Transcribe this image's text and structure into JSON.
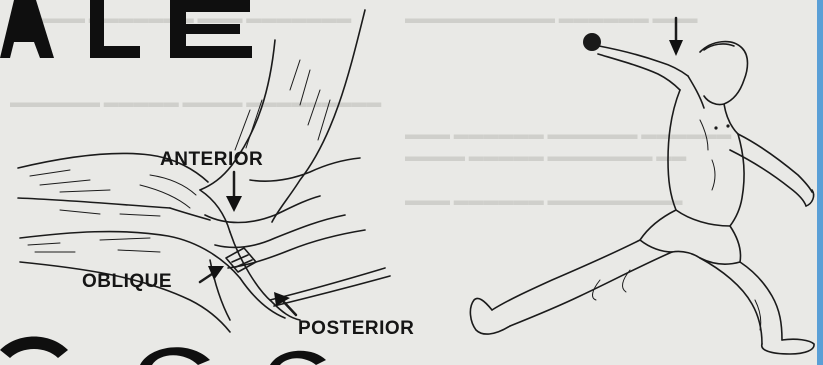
{
  "figure": {
    "labels": {
      "anterior": "ANTERIOR",
      "oblique": "OBLIQUE",
      "posterior": "POSTERIOR"
    }
  },
  "colors": {
    "paper": "#e9e9e6",
    "ink": "#151515",
    "frame": "#5a9fd6"
  }
}
